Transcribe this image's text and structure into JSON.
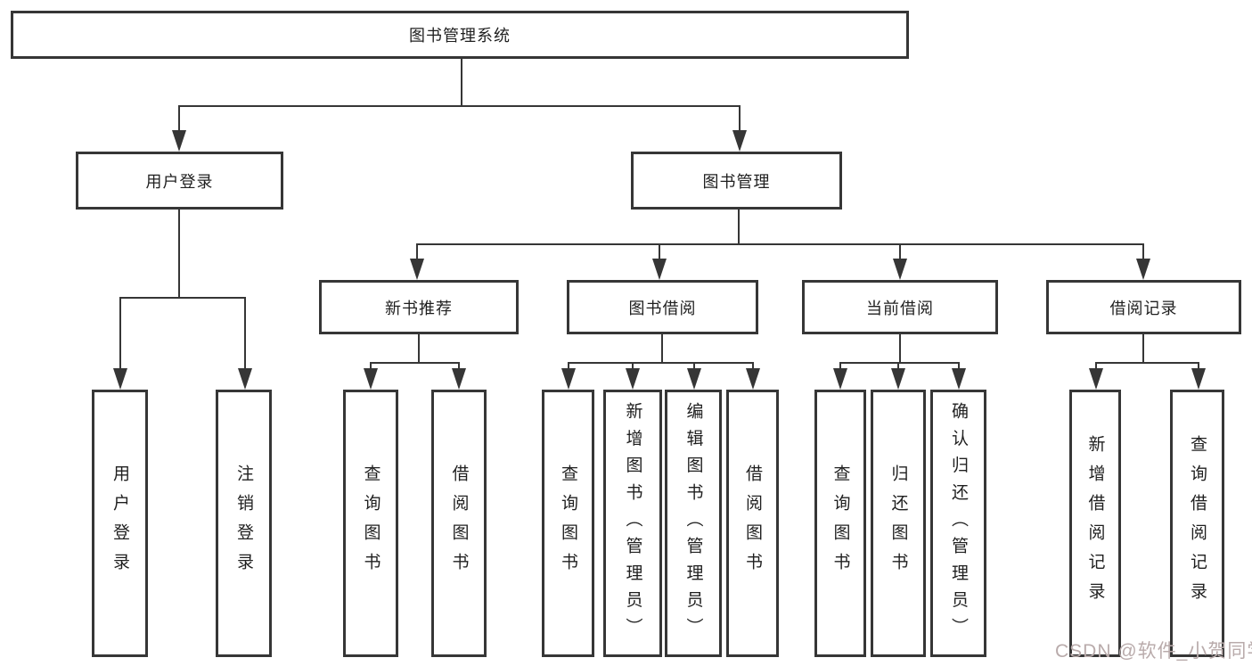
{
  "diagram": {
    "title": "图书管理系统",
    "root": "图书管理系统",
    "branches": {
      "user_login": {
        "label": "用户登录",
        "children": {
          "login": "用户登录",
          "logout": "注销登录"
        }
      },
      "book_management": {
        "label": "图书管理",
        "children": {
          "new_book_recommend": {
            "label": "新书推荐",
            "children": {
              "query_books": "查询图书",
              "borrow_books": "借阅图书"
            }
          },
          "book_borrow": {
            "label": "图书借阅",
            "children": {
              "query_books": "查询图书",
              "add_books": "新增图书（管理员）",
              "edit_books": "编辑图书（管理员）",
              "borrow_books": "借阅图书"
            }
          },
          "current_borrow": {
            "label": "当前借阅",
            "children": {
              "query_books": "查询图书",
              "return_books": "归还图书",
              "confirm_return": "确认归还（管理员）"
            }
          },
          "borrow_records": {
            "label": "借阅记录",
            "children": {
              "add_record": "新增借阅记录",
              "query_record": "查询借阅记录"
            }
          }
        }
      }
    }
  },
  "watermark": {
    "text": "CSDN @软件_小贺同学",
    "color": "#b9abab"
  },
  "colors": {
    "line": "#363636",
    "box_border": "#363636",
    "background": "#ffffff",
    "text": "#1f1f1f"
  }
}
